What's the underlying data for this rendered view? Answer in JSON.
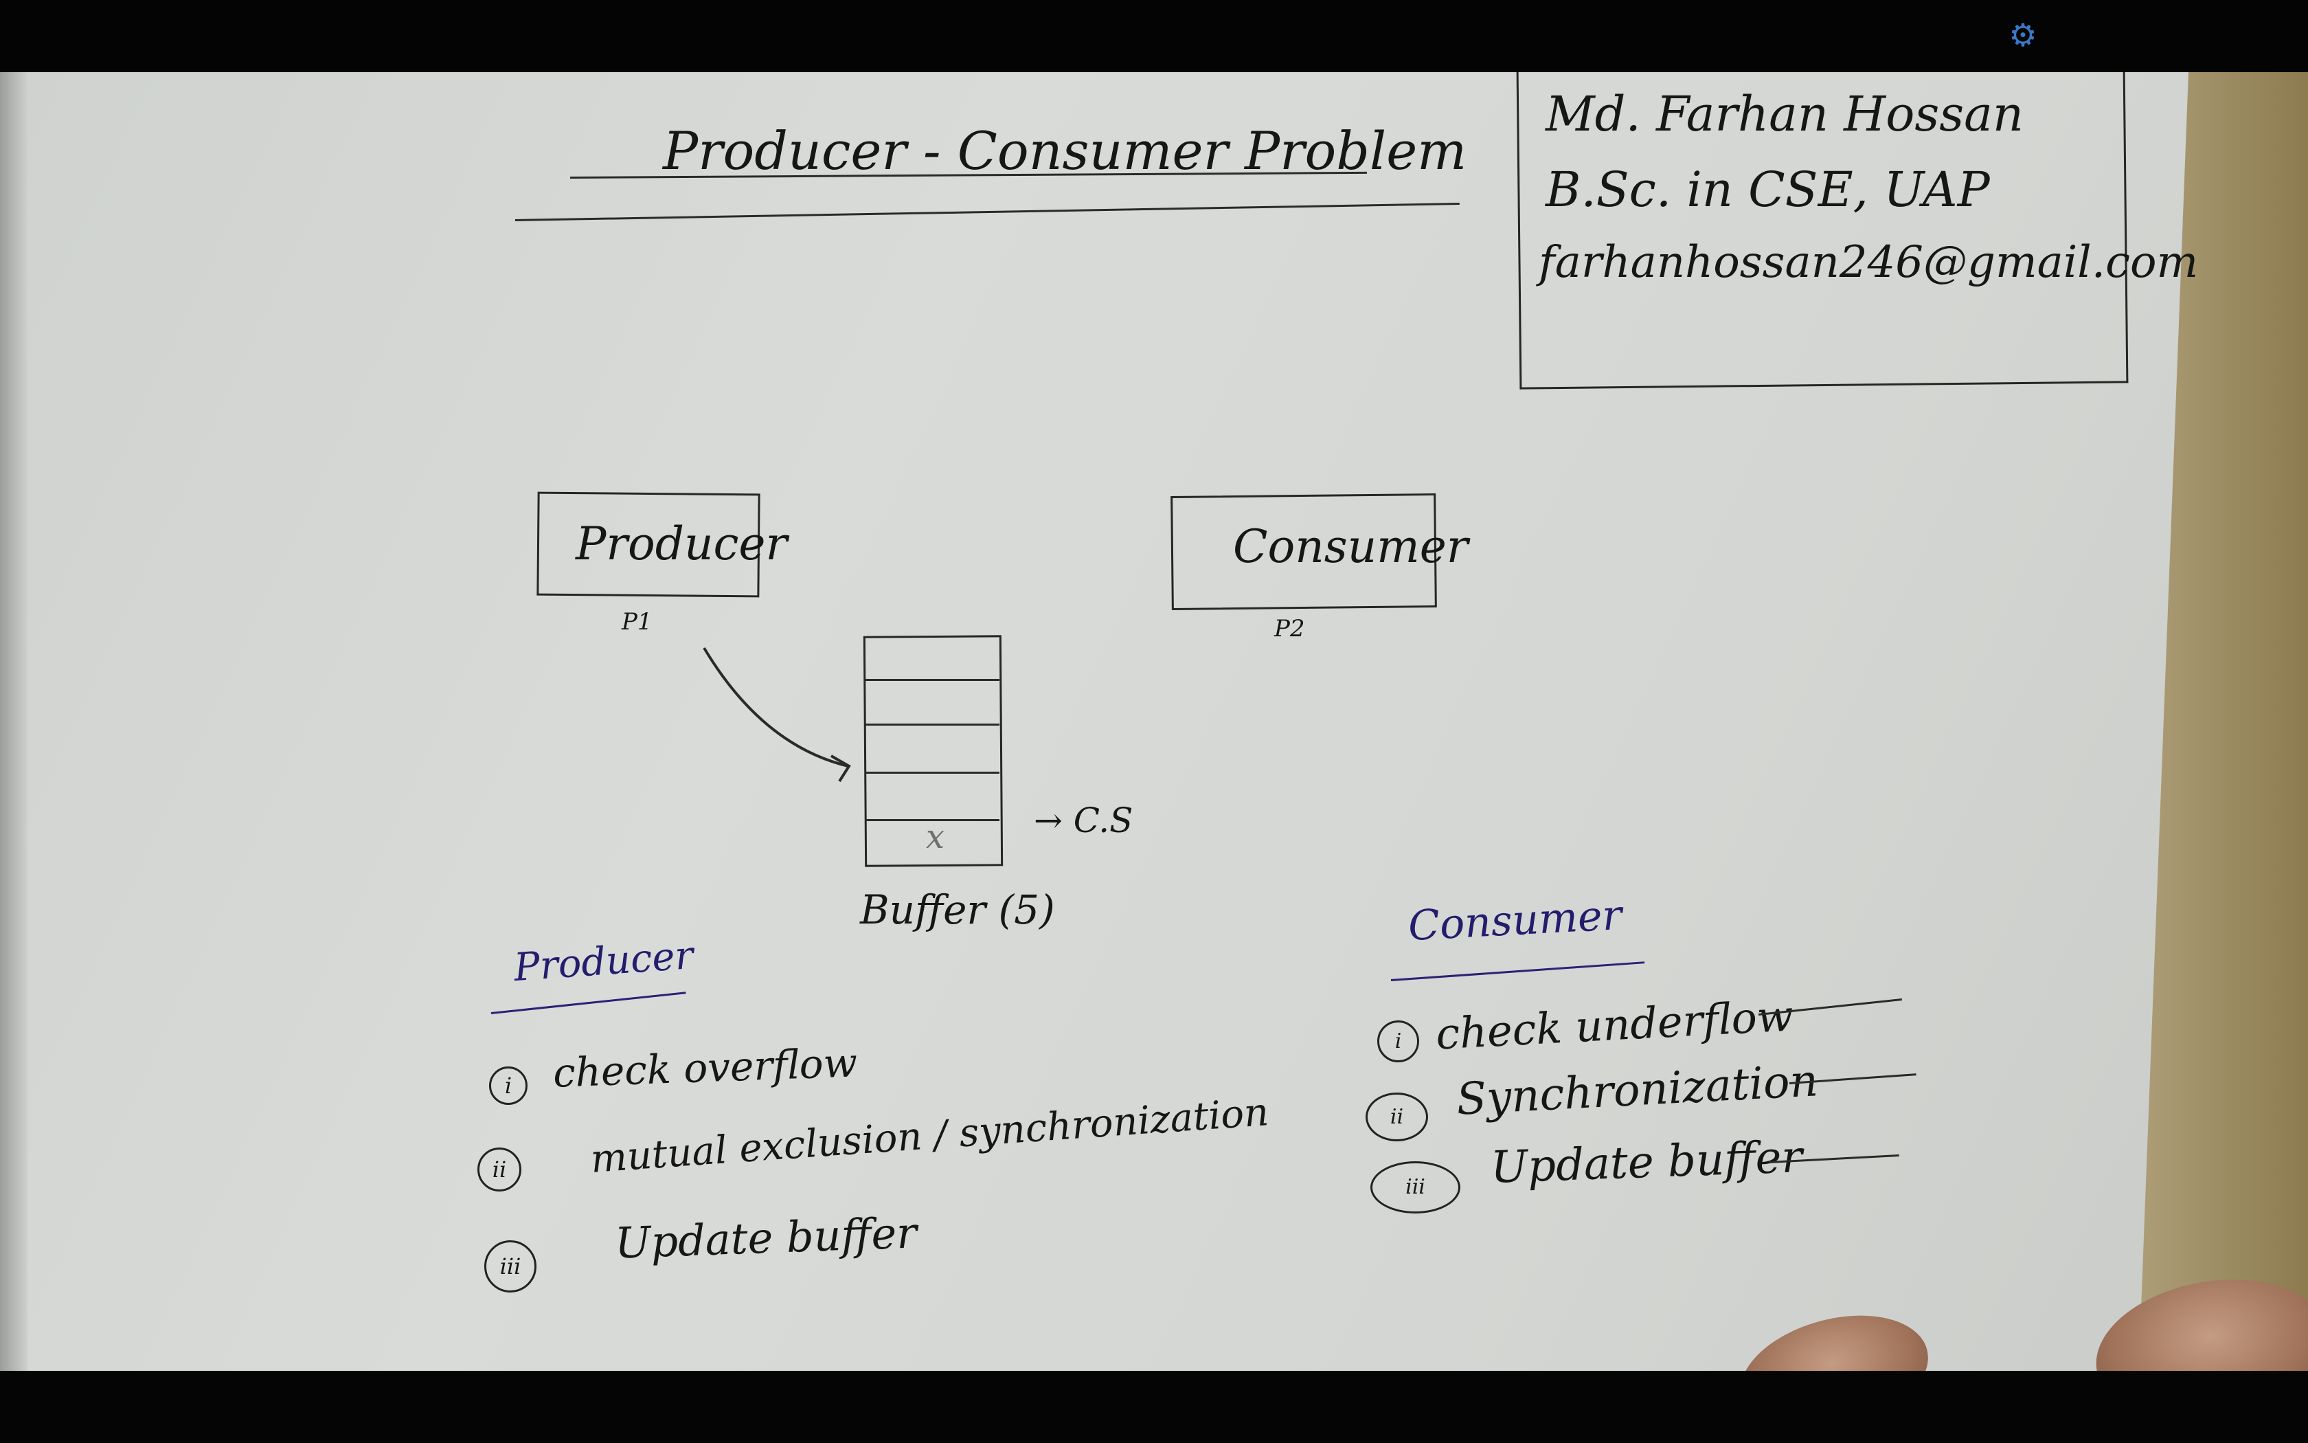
{
  "player": {
    "settings_icon": "gear-icon",
    "accent_color": "#3a78c8"
  },
  "board": {
    "title": "Producer - Consumer Problem",
    "author": {
      "name": "Md. Farhan Hossan",
      "degree": "B.Sc. in CSE, UAP",
      "email": "farhanhossan246@gmail.com"
    },
    "diagram": {
      "producer_label": "Producer",
      "producer_id": "P1",
      "consumer_label": "Consumer",
      "consumer_id": "P2",
      "buffer_item": "x",
      "critical_section_label": "→ C.S",
      "buffer_label": "Buffer (5)"
    },
    "producer_section": {
      "heading": "Producer",
      "steps": [
        {
          "num": "i",
          "text": "check overflow"
        },
        {
          "num": "ii",
          "text": "mutual exclusion / synchronization"
        },
        {
          "num": "iii",
          "text": "Update buffer"
        }
      ]
    },
    "consumer_section": {
      "heading": "Consumer",
      "steps": [
        {
          "num": "i",
          "text": "check underflow"
        },
        {
          "num": "ii",
          "text": "Synchronization"
        },
        {
          "num": "iii",
          "text": "Update buffer"
        }
      ]
    }
  }
}
